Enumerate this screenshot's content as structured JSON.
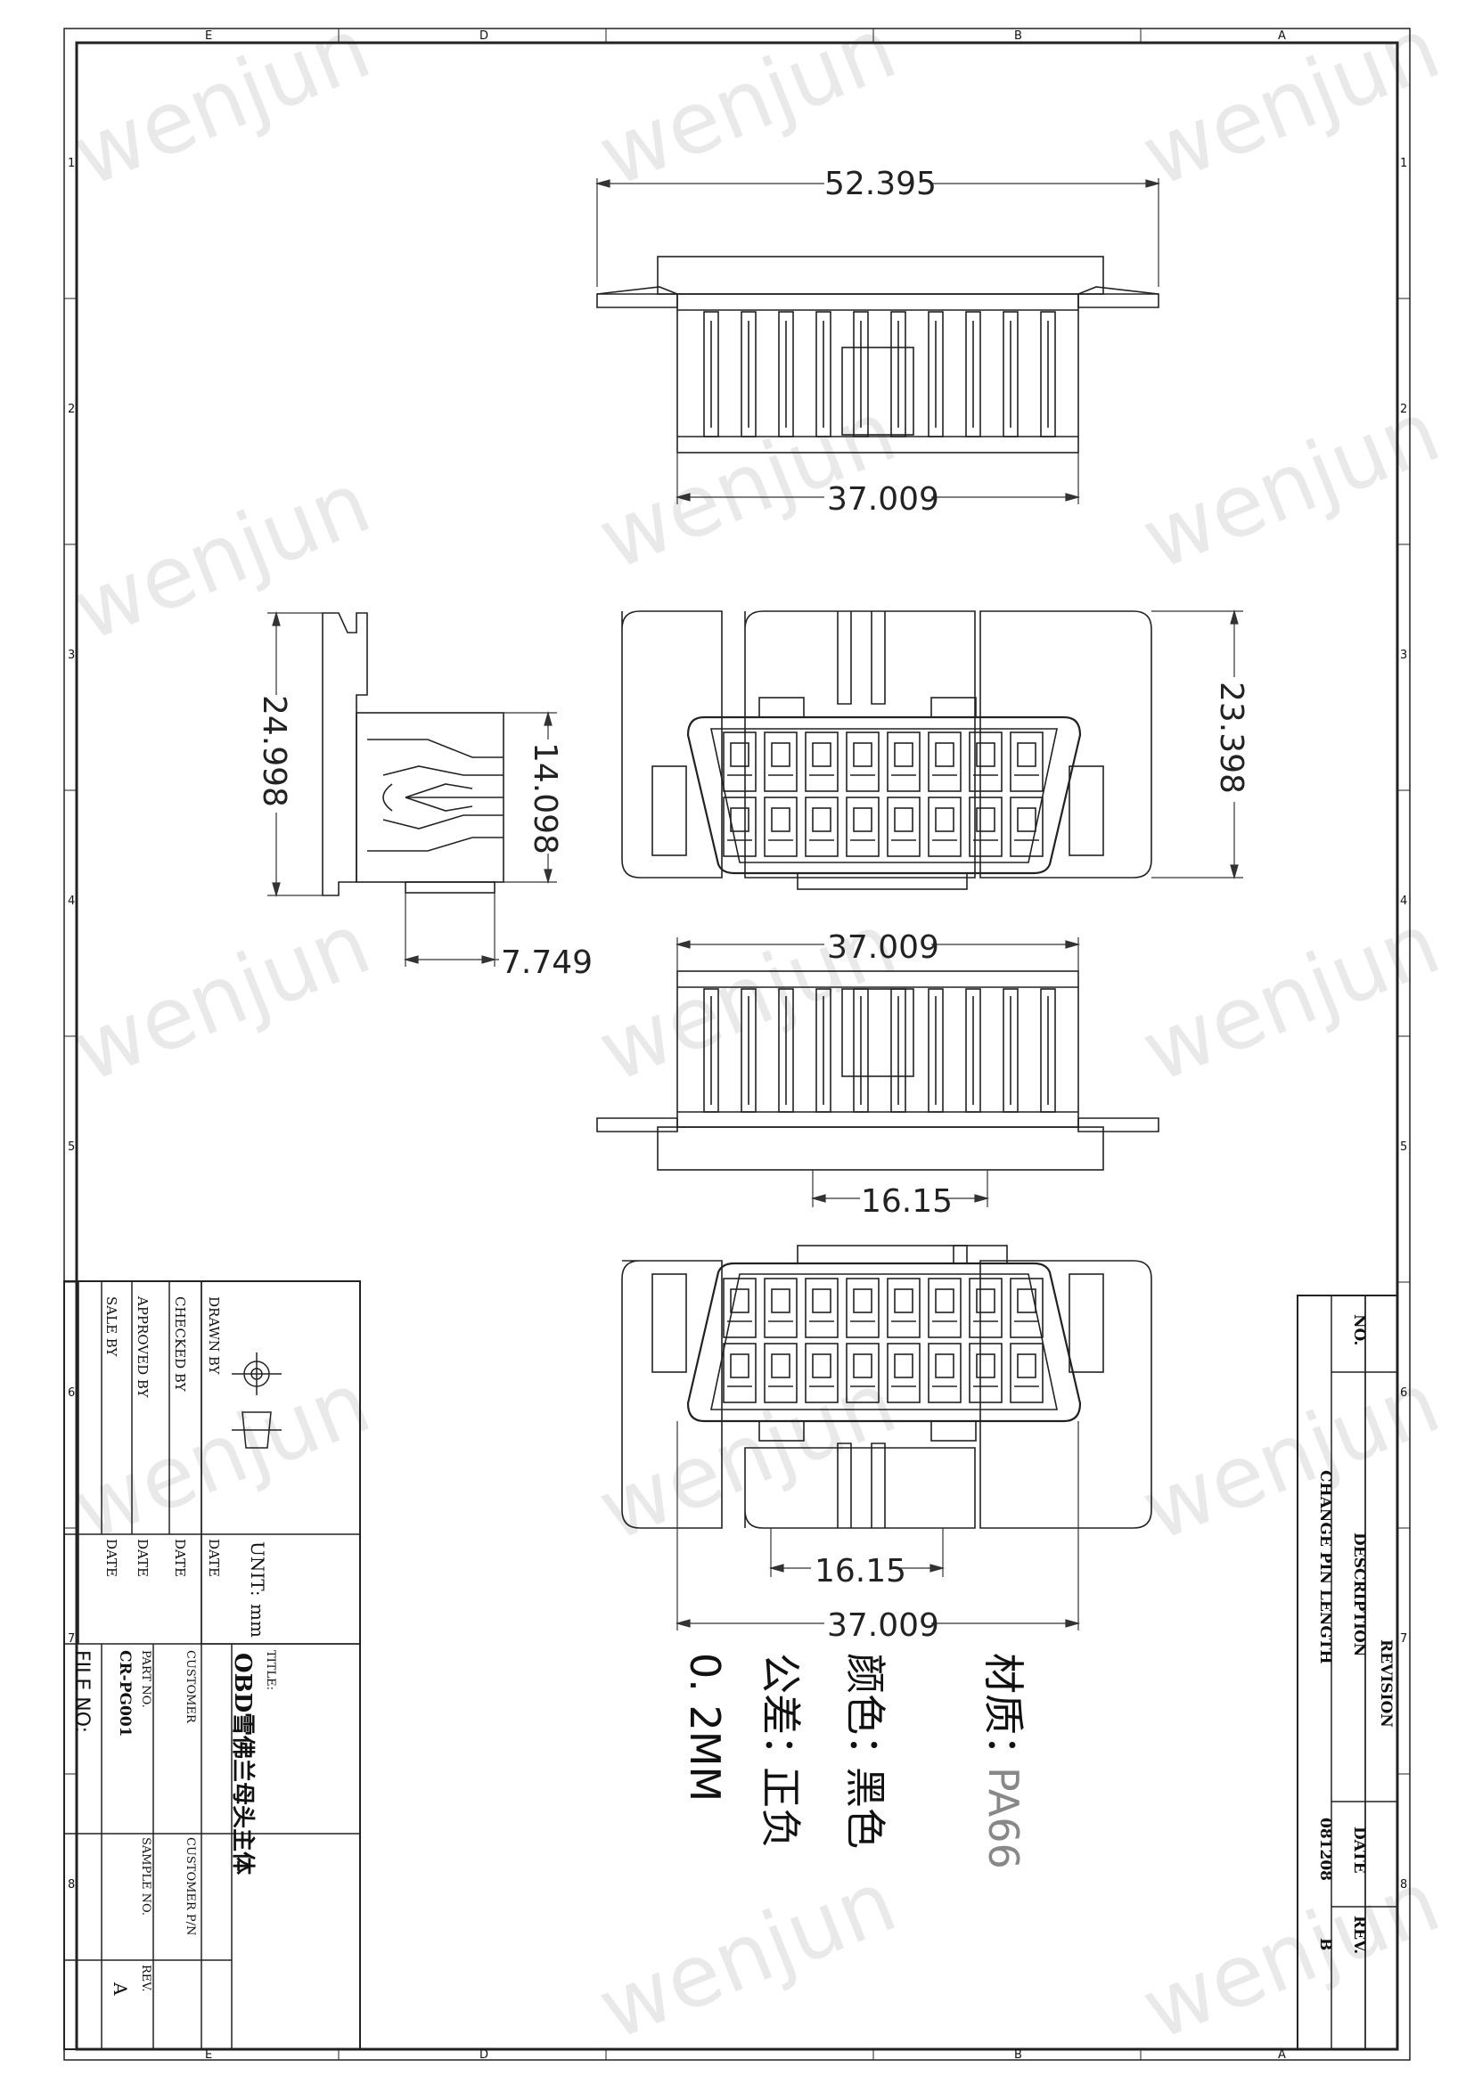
{
  "watermark": "wenjun",
  "zones": {
    "top": [
      "E",
      "D",
      "B",
      "A"
    ],
    "side": [
      "1",
      "2",
      "3",
      "4",
      "5",
      "6",
      "7",
      "8"
    ]
  },
  "dimensions": {
    "top_width": "52.395",
    "top_body_width": "37.009",
    "side_height": "24.998",
    "side_body_height": "14.098",
    "side_tab": "7.749",
    "front_height": "23.398",
    "mid_width": "37.009",
    "mid_slot": "16.15",
    "bottom_slot": "16.15",
    "bottom_width": "37.009"
  },
  "notes": {
    "material_label": "材质：",
    "material_value": "PA66",
    "color_label": "颜色：",
    "color_value": "黑色",
    "tolerance_label": "公差：",
    "tolerance_value": "正负",
    "tolerance_amount": "0. 2MM"
  },
  "title_block": {
    "drawn_by": "DRAWN BY",
    "checked_by": "CHECKED BY",
    "approved_by": "APPROVED BY",
    "sale_by": "SALE BY",
    "date": "DATE",
    "unit_label": "UNIT:",
    "unit_value": "mm",
    "title_label": "TITLE:",
    "title_value": "OBD雪佛兰母头主体",
    "customer": "CUSTOMER",
    "customer_pn": "CUSTOMER P/N",
    "part_no_label": "PART NO.",
    "part_no_value": "CR-PG001",
    "sample_no": "SAMPLE NO.",
    "rev_label": "REV.",
    "rev_value": "A",
    "file_no": "FILE NO:"
  },
  "revision_block": {
    "header": "REVISION",
    "no_label": "NO.",
    "desc_label": "DESCRIPTION",
    "date_label": "DATE",
    "rev_label": "REV.",
    "desc_value": "CHANGE PIN LENGTH",
    "date_value": "081208",
    "rev_value": "B"
  }
}
